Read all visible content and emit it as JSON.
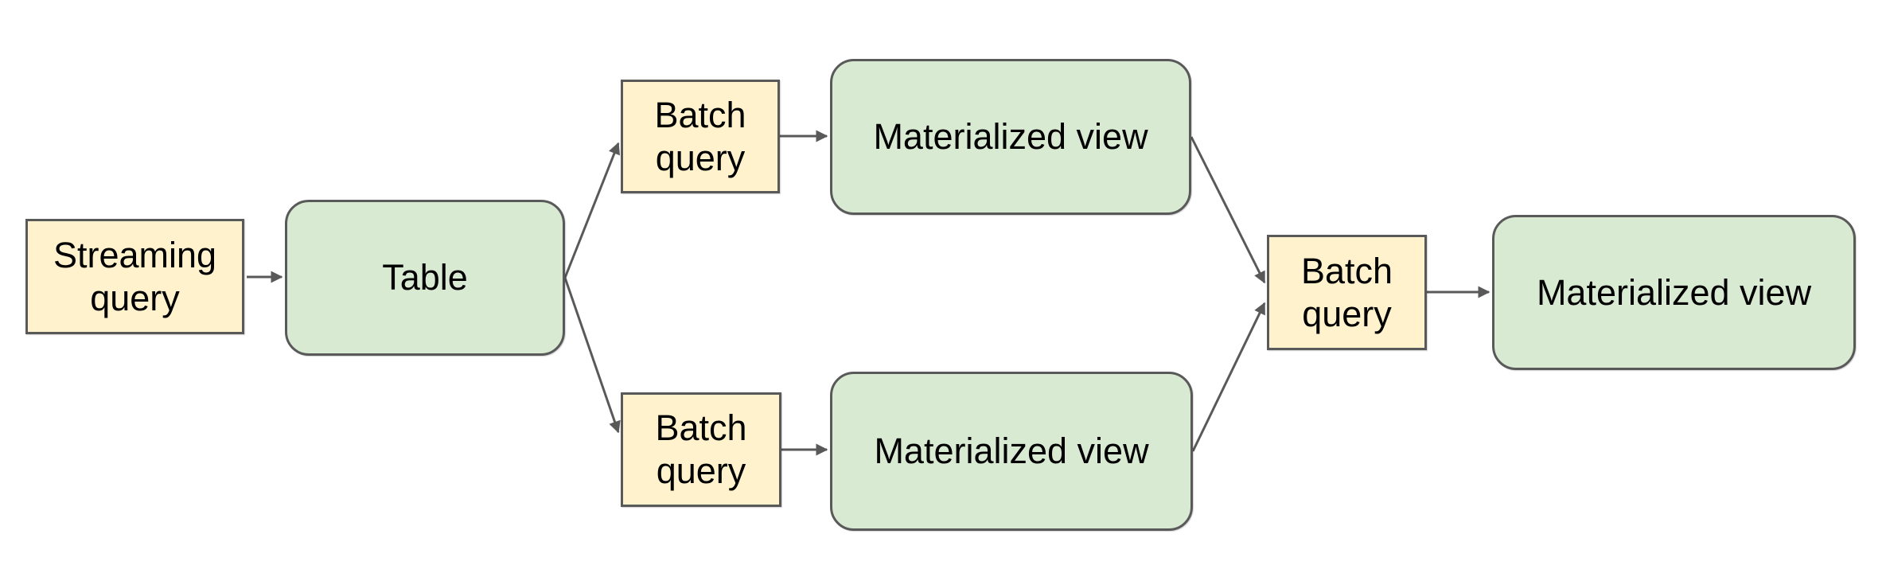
{
  "diagram": {
    "type": "flowchart",
    "direction": "left-to-right",
    "colors": {
      "canvas_bg": "#ffffff",
      "query_fill": "#fff2cc",
      "view_fill": "#d9ead3",
      "border_color": "#595959",
      "arrow_color": "#595959",
      "text_color": "#000000"
    },
    "nodes": {
      "streaming_query": {
        "label": "Streaming query",
        "kind": "query"
      },
      "table": {
        "label": "Table",
        "kind": "storage"
      },
      "batch_query_top": {
        "label": "Batch query",
        "kind": "query"
      },
      "materialized_view_top": {
        "label": "Materialized view",
        "kind": "storage"
      },
      "batch_query_bottom": {
        "label": "Batch query",
        "kind": "query"
      },
      "materialized_view_bottom": {
        "label": "Materialized view",
        "kind": "storage"
      },
      "batch_query_right": {
        "label": "Batch query",
        "kind": "query"
      },
      "materialized_view_right": {
        "label": "Materialized view",
        "kind": "storage"
      }
    },
    "edges": [
      {
        "from": "streaming_query",
        "to": "table"
      },
      {
        "from": "table",
        "to": "batch_query_top"
      },
      {
        "from": "table",
        "to": "batch_query_bottom"
      },
      {
        "from": "batch_query_top",
        "to": "materialized_view_top"
      },
      {
        "from": "batch_query_bottom",
        "to": "materialized_view_bottom"
      },
      {
        "from": "materialized_view_top",
        "to": "batch_query_right"
      },
      {
        "from": "materialized_view_bottom",
        "to": "batch_query_right"
      },
      {
        "from": "batch_query_right",
        "to": "materialized_view_right"
      }
    ]
  }
}
